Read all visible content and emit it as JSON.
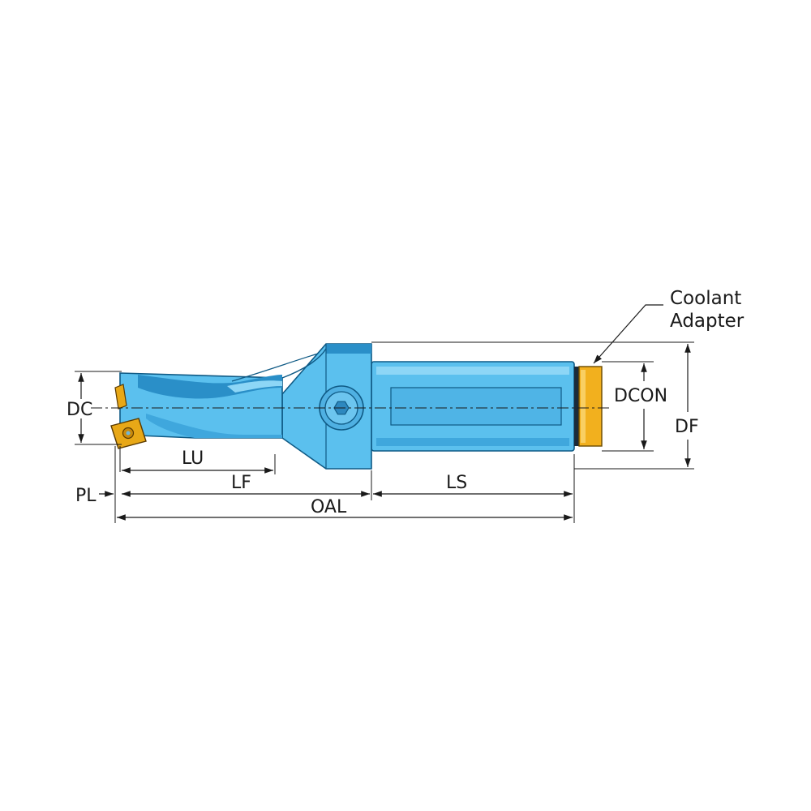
{
  "callout": {
    "line1": "Coolant",
    "line2": "Adapter"
  },
  "dimensions": {
    "dc": "DC",
    "lu": "LU",
    "lf": "LF",
    "pl": "PL",
    "oal": "OAL",
    "ls": "LS",
    "dcon": "DCON",
    "df": "DF"
  },
  "colors": {
    "tool_body": "#5bc0ee",
    "tool_outline": "#0f5a85",
    "coolant_adapter": "#f2b01e",
    "insert": "#e8a817"
  }
}
